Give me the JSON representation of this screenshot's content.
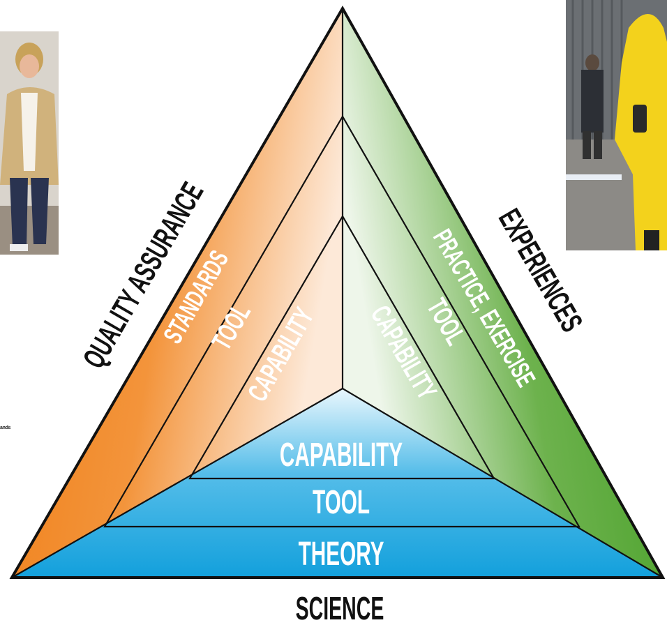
{
  "diagram": {
    "sides": {
      "left": "QUALITY ASSURANCE",
      "right": "EXPERIENCES",
      "bottom": "SCIENCE"
    },
    "left_sector": {
      "outer": "STANDARDS",
      "middle": "TOOL",
      "inner": "CAPABILITY",
      "color": "#ee7d12"
    },
    "right_sector": {
      "outer": "PRACTICE, EXERCISE",
      "middle": "TOOL",
      "inner": "CAPABILITY",
      "color": "#4fa02a"
    },
    "bottom_sector": {
      "outer": "THEORY",
      "middle": "TOOL",
      "inner": "CAPABILITY",
      "color": "#1aa3e0"
    }
  },
  "side_photos": {
    "left": {
      "icon": "person-in-blazer-photo"
    },
    "right": {
      "icon": "hazmat-suit-responder-photo"
    }
  },
  "stray_caption": "ands"
}
